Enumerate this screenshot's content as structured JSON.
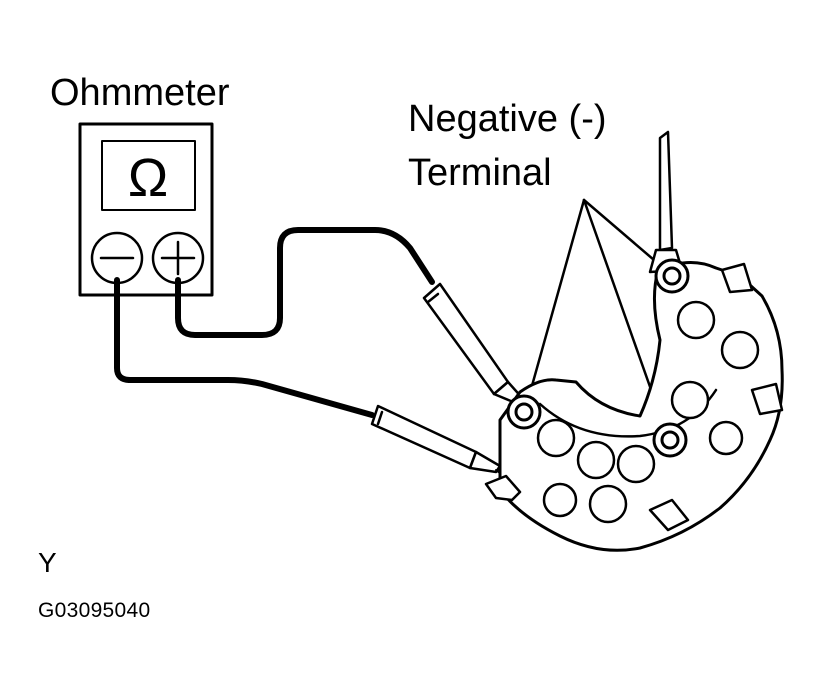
{
  "title": "Ohmmeter",
  "callout": {
    "line1": "Negative (-)",
    "line2": "Terminal"
  },
  "meter": {
    "display_symbol": "Ω",
    "terminals": [
      {
        "name": "negative-terminal-icon",
        "symbol": "minus"
      },
      {
        "name": "positive-terminal-icon",
        "symbol": "plus"
      }
    ]
  },
  "footer": {
    "view_letter": "Y",
    "figure_code": "G03095040"
  },
  "colors": {
    "ink": "#000000",
    "paper": "#ffffff"
  }
}
